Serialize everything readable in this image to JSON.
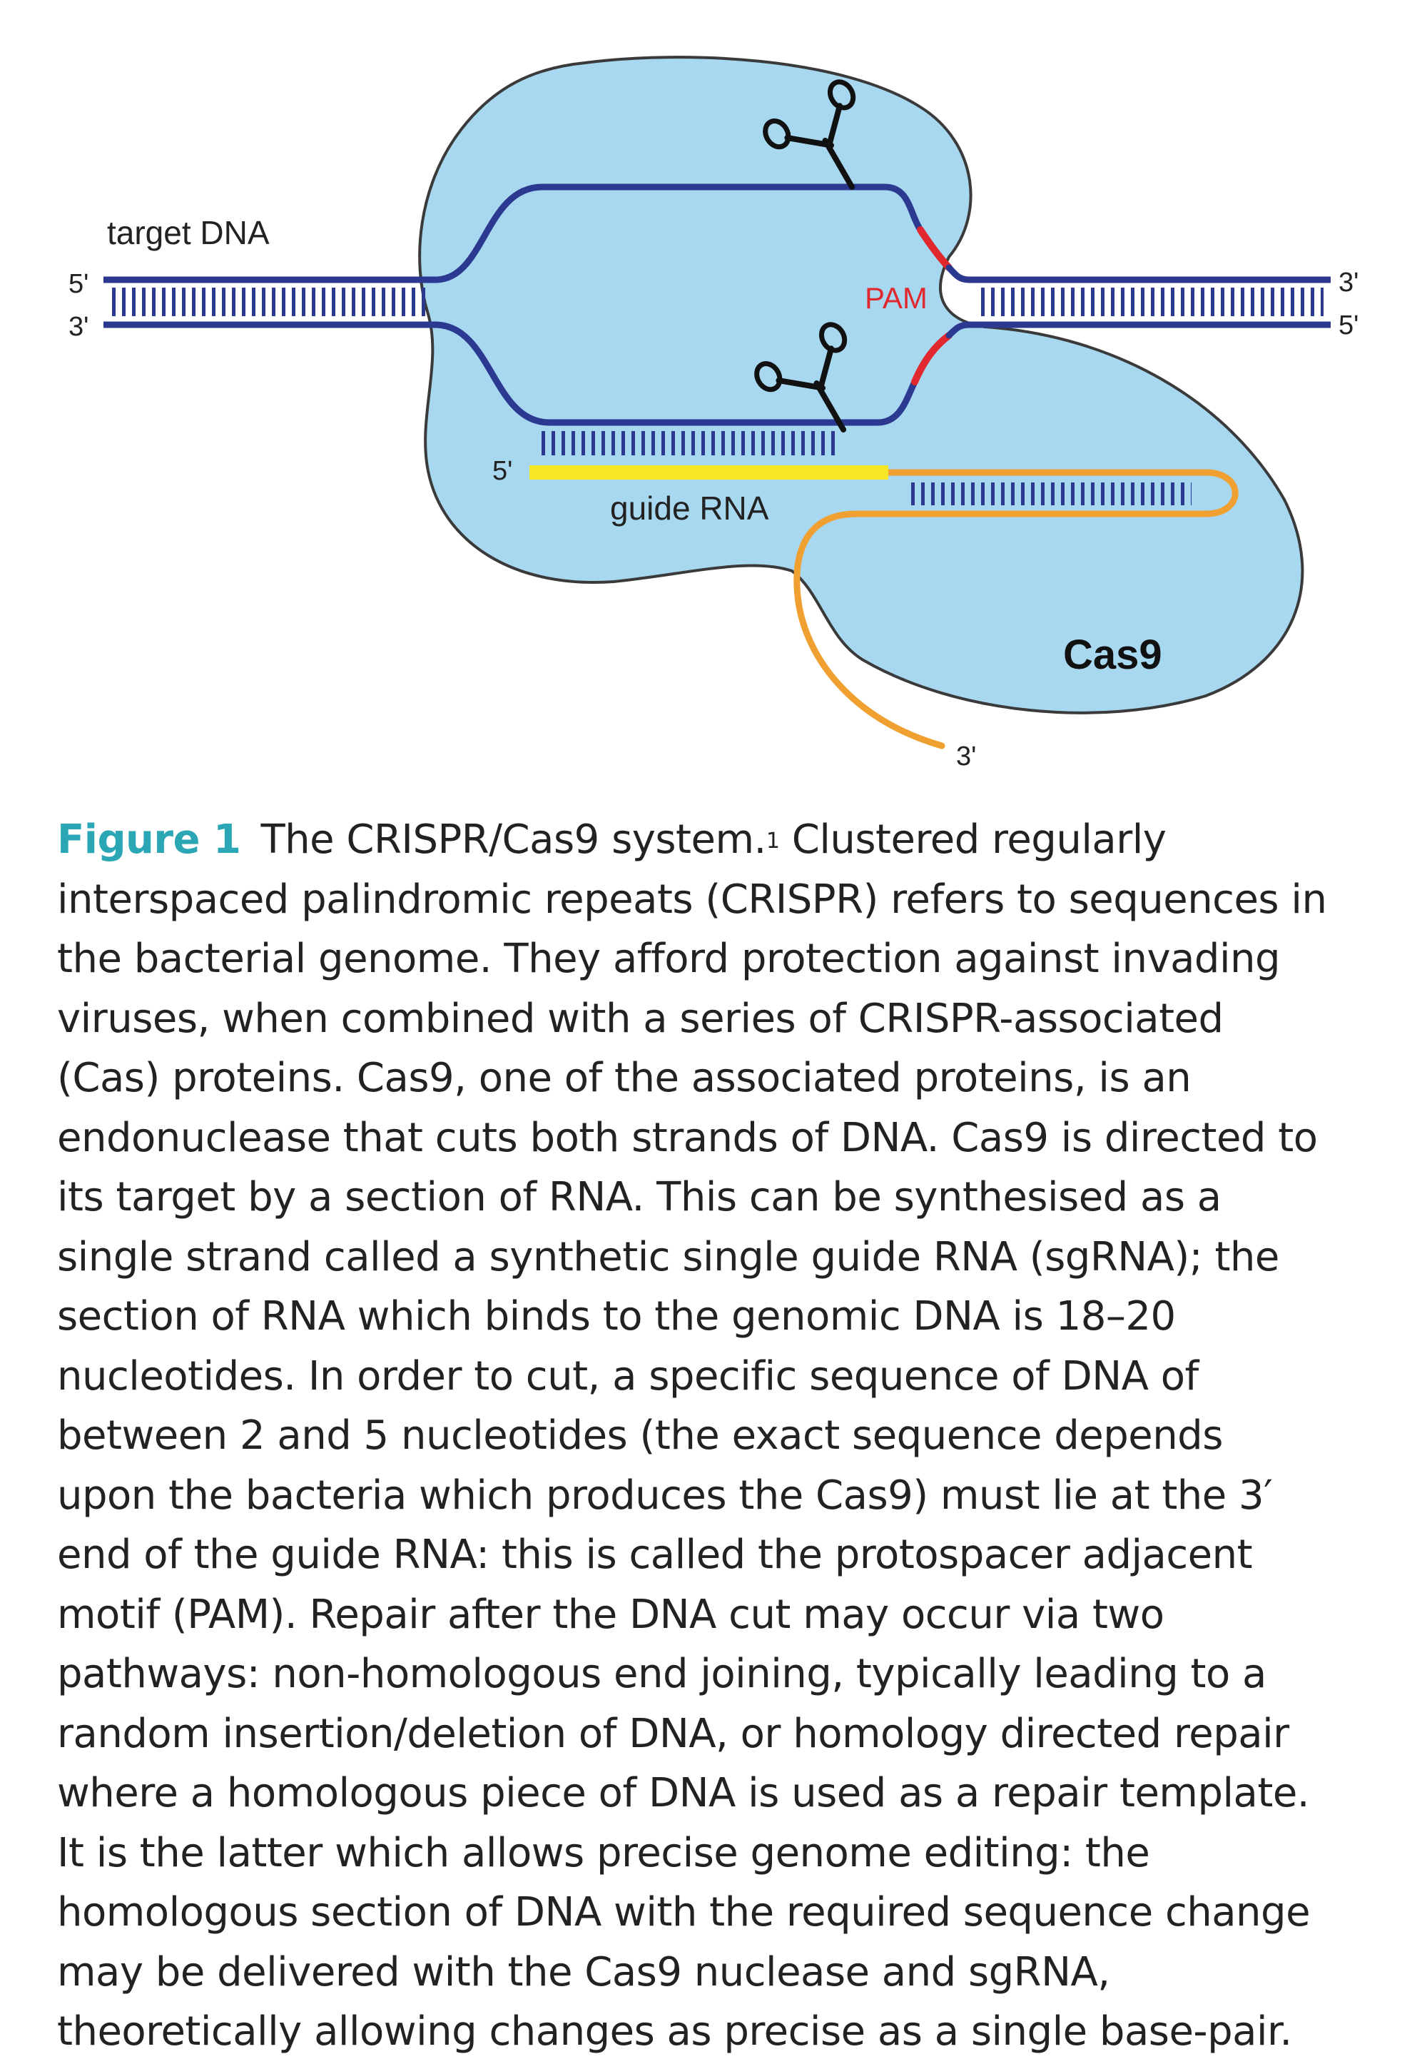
{
  "diagram": {
    "labels": {
      "target_dna": "target DNA",
      "top_left_5": "5'",
      "top_left_3": "3'",
      "right_top_3": "3'",
      "right_bottom_5": "5'",
      "pam": "PAM",
      "rna_5": "5'",
      "guide_rna": "guide RNA",
      "cas9": "Cas9",
      "rna_3": "3'"
    },
    "colors": {
      "cas9_fill": "#a8d8f0",
      "cas9_stroke": "#3a3a3a",
      "dna_strand": "#2b3990",
      "pam": "#e0282e",
      "guide_rna": "#f5e626",
      "scaffold_rna": "#f0a030",
      "base_pairs": "#2b3990"
    },
    "icons": [
      "scissors-icon-top",
      "scissors-icon-bottom"
    ]
  },
  "caption": {
    "figure_label": "Figure 1",
    "title": "The CRISPR/Cas9 system.",
    "reference": "1",
    "first_line_rest": " Clustered regularly",
    "lines": [
      "interspaced palindromic repeats (CRISPR) refers to sequences in",
      "the bacterial genome. They afford protection against invading",
      "viruses, when combined with a series of CRISPR-associated",
      "(Cas) proteins. Cas9, one of the associated proteins, is an",
      "endonuclease that cuts both strands of DNA. Cas9 is directed to",
      "its target by a section of RNA. This can be synthesised as a",
      "single strand called a synthetic single guide RNA (sgRNA); the",
      "section of RNA which binds to the genomic DNA is 18–20",
      "nucleotides. In order to cut, a specific sequence of DNA of",
      "between 2 and 5 nucleotides (the exact sequence depends",
      "upon the bacteria which produces the Cas9) must lie at the 3′",
      "end of the guide RNA: this is called the protospacer adjacent",
      "motif (PAM). Repair after the DNA cut may occur via two",
      "pathways: non-homologous end joining, typically leading to a",
      "random insertion/deletion of DNA, or homology directed repair",
      "where a homologous piece of DNA is used as a repair template.",
      "It is the latter which allows precise genome editing: the",
      "homologous section of DNA with the required sequence change",
      "may be delivered with the Cas9 nuclease and sgRNA,",
      "theoretically allowing changes as precise as a single base-pair."
    ]
  }
}
